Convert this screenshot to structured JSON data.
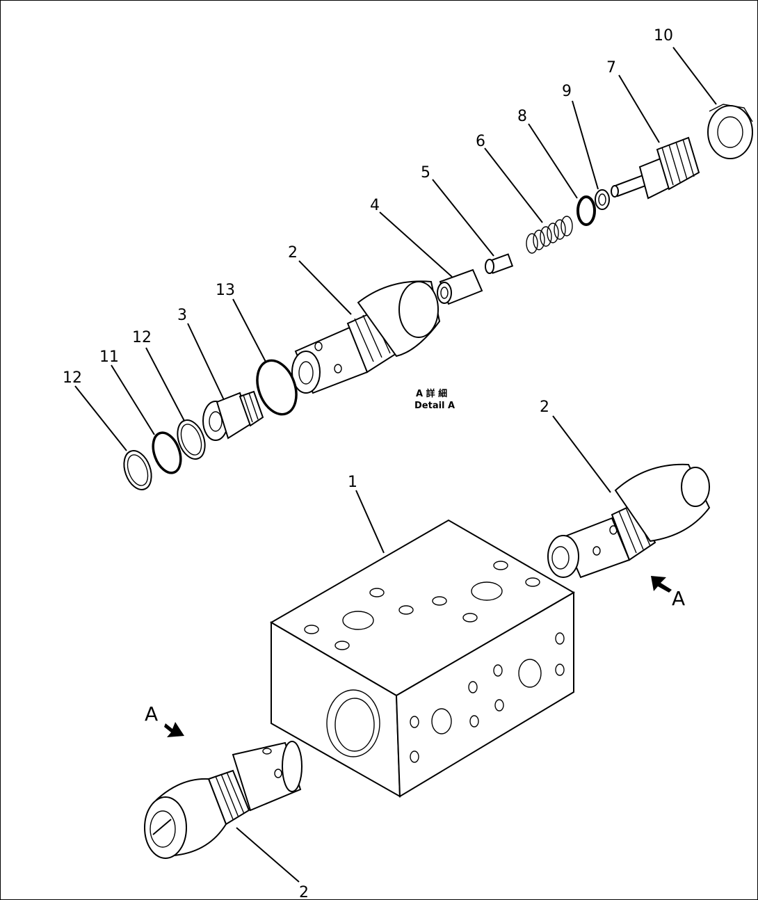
{
  "drawing": {
    "detail_label_jp": "A 詳 細",
    "detail_label_en": "Detail A",
    "view_marker": "A",
    "callouts": [
      {
        "id": "10",
        "text": "10"
      },
      {
        "id": "7",
        "text": "7"
      },
      {
        "id": "9",
        "text": "9"
      },
      {
        "id": "8",
        "text": "8"
      },
      {
        "id": "6",
        "text": "6"
      },
      {
        "id": "5",
        "text": "5"
      },
      {
        "id": "4",
        "text": "4"
      },
      {
        "id": "2a",
        "text": "2"
      },
      {
        "id": "13",
        "text": "13"
      },
      {
        "id": "3",
        "text": "3"
      },
      {
        "id": "12a",
        "text": "12"
      },
      {
        "id": "11",
        "text": "11"
      },
      {
        "id": "12b",
        "text": "12"
      },
      {
        "id": "2b",
        "text": "2"
      },
      {
        "id": "1",
        "text": "1"
      },
      {
        "id": "2c",
        "text": "2"
      }
    ]
  }
}
